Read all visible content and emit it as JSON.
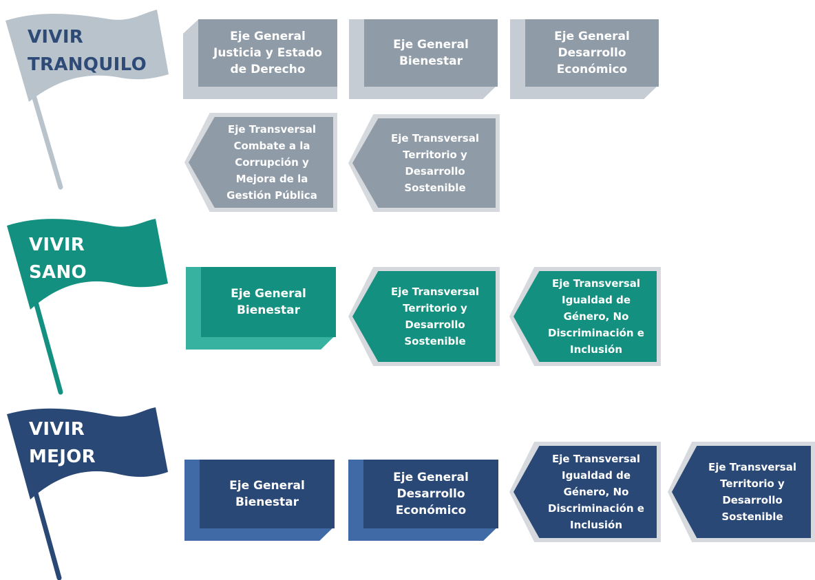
{
  "colors": {
    "tranquilo": "#8f9ba7",
    "tranquilo_dark": "#7e8a96",
    "tranquilo_flag": "#b9c3cc",
    "tranquilo_label": "#2e4a76",
    "sano": "#13907f",
    "sano_dark": "#0d7e70",
    "sano_light": "#38b2a0",
    "mejor": "#2a4876",
    "mejor_dark": "#1f3a63",
    "mejor_light": "#3f6aa6",
    "white": "#ffffff"
  },
  "sections": [
    {
      "id": "tranquilo",
      "flag": {
        "line1": "VIVIR",
        "line2": "TRANQUILO"
      },
      "items": [
        {
          "kind": "box",
          "lines": [
            "Eje General",
            "Justicia y Estado",
            "de Derecho"
          ]
        },
        {
          "kind": "box",
          "lines": [
            "Eje General",
            "Bienestar"
          ]
        },
        {
          "kind": "box",
          "lines": [
            "Eje General",
            "Desarrollo",
            "Económico"
          ]
        },
        {
          "kind": "arrow",
          "lines": [
            "Eje Transversal",
            "Combate a la",
            "Corrupción y",
            "Mejora de la",
            "Gestión Pública"
          ]
        },
        {
          "kind": "arrow",
          "lines": [
            "Eje Transversal",
            "Territorio y",
            "Desarrollo",
            "Sostenible"
          ]
        }
      ]
    },
    {
      "id": "sano",
      "flag": {
        "line1": "VIVIR",
        "line2": "SANO"
      },
      "items": [
        {
          "kind": "box",
          "lines": [
            "Eje General",
            "Bienestar"
          ]
        },
        {
          "kind": "arrow",
          "lines": [
            "Eje Transversal",
            "Territorio y",
            "Desarrollo",
            "Sostenible"
          ]
        },
        {
          "kind": "arrow",
          "lines": [
            "Eje Transversal",
            "Igualdad de",
            "Género, No",
            "Discriminación e",
            "Inclusión"
          ]
        }
      ]
    },
    {
      "id": "mejor",
      "flag": {
        "line1": "VIVIR",
        "line2": "MEJOR"
      },
      "items": [
        {
          "kind": "box",
          "lines": [
            "Eje General",
            "Bienestar"
          ]
        },
        {
          "kind": "box",
          "lines": [
            "Eje General",
            "Desarrollo",
            "Económico"
          ]
        },
        {
          "kind": "arrow",
          "lines": [
            "Eje Transversal",
            "Igualdad de",
            "Género, No",
            "Discriminación e",
            "Inclusión"
          ]
        },
        {
          "kind": "arrow",
          "lines": [
            "Eje Transversal",
            "Territorio y",
            "Desarrollo",
            "Sostenible"
          ]
        }
      ]
    }
  ]
}
